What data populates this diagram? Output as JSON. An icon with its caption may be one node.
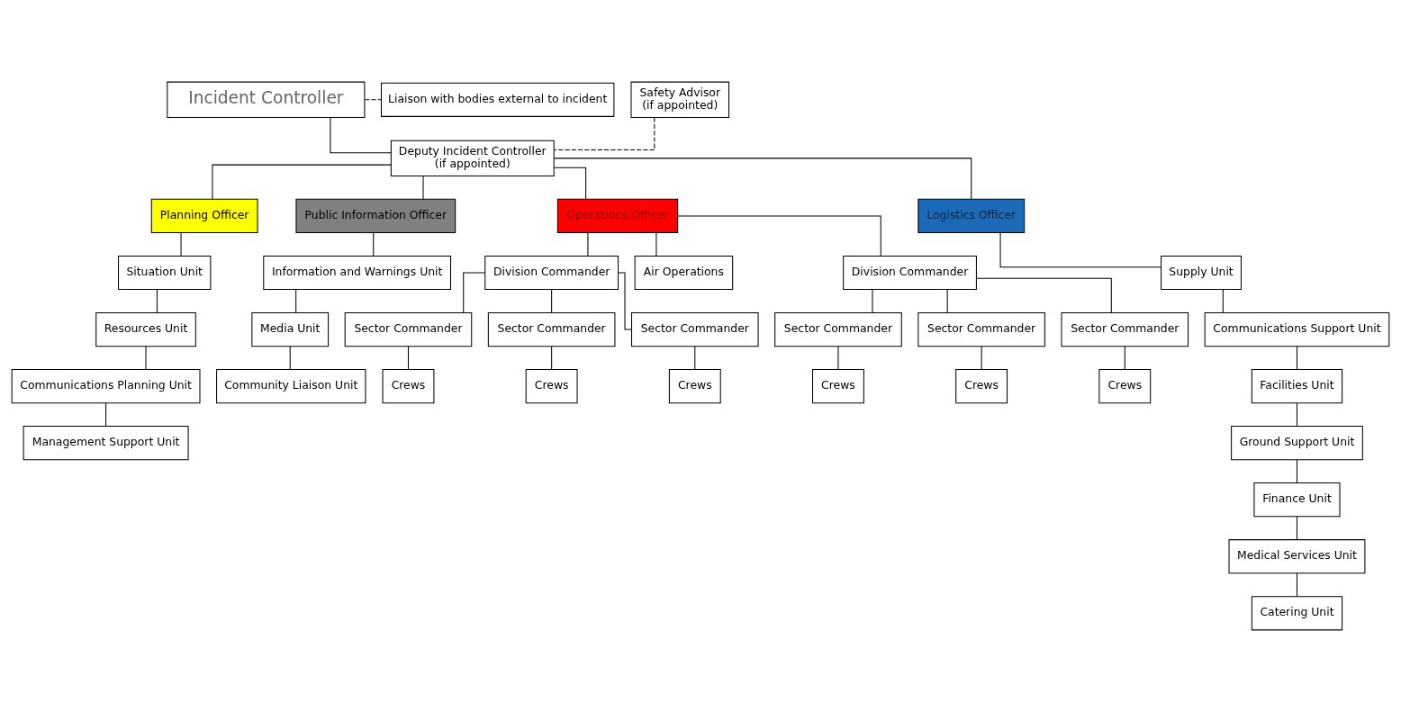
{
  "diagram": {
    "nodes": [
      {
        "text": [
          "Incident Controller"
        ]
      },
      {
        "text": [
          "Liaison with bodies external to incident"
        ]
      },
      {
        "text": [
          "Deputy Incident Controller",
          "(if appointed)"
        ]
      },
      {
        "text": [
          "Safety Advisor",
          "(if appointed)"
        ]
      },
      {
        "text": [
          "Planning Officer"
        ]
      },
      {
        "text": [
          "Public Information Officer"
        ]
      },
      {
        "text": [
          "Operations Officer"
        ]
      },
      {
        "text": [
          "Logistics Officer"
        ]
      },
      {
        "text": [
          "Situation Unit"
        ]
      },
      {
        "text": [
          "Resources Unit"
        ]
      },
      {
        "text": [
          "Communications Planning Unit"
        ]
      },
      {
        "text": [
          "Management Support Unit"
        ]
      },
      {
        "text": [
          "Information and Warnings Unit"
        ]
      },
      {
        "text": [
          "Media Unit"
        ]
      },
      {
        "text": [
          "Community Liaison Unit"
        ]
      },
      {
        "text": [
          "Division Commander"
        ]
      },
      {
        "text": [
          "Air Operations"
        ]
      },
      {
        "text": [
          "Division Commander"
        ]
      },
      {
        "text": [
          "Sector Commander"
        ]
      },
      {
        "text": [
          "Sector Commander"
        ]
      },
      {
        "text": [
          "Sector Commander"
        ]
      },
      {
        "text": [
          "Sector Commander"
        ]
      },
      {
        "text": [
          "Sector Commander"
        ]
      },
      {
        "text": [
          "Sector Commander"
        ]
      },
      {
        "text": [
          "Crews"
        ]
      },
      {
        "text": [
          "Crews"
        ]
      },
      {
        "text": [
          "Crews"
        ]
      },
      {
        "text": [
          "Crews"
        ]
      },
      {
        "text": [
          "Crews"
        ]
      },
      {
        "text": [
          "Crews"
        ]
      },
      {
        "text": [
          "Supply Unit"
        ]
      },
      {
        "text": [
          "Communications Support Unit"
        ]
      },
      {
        "text": [
          "Facilities Unit"
        ]
      },
      {
        "text": [
          "Ground Support Unit"
        ]
      },
      {
        "text": [
          "Finance Unit"
        ]
      },
      {
        "text": [
          "Medical Services Unit"
        ]
      },
      {
        "text": [
          "Catering Unit"
        ]
      }
    ],
    "edges": [
      {
        "from": 0,
        "to": 1,
        "arrow": "none",
        "style": "dashed"
      },
      {
        "from": 0,
        "to": 2,
        "arrow": "none"
      },
      {
        "from": 3,
        "to": 2,
        "arrow": "none",
        "style": "dashed"
      },
      {
        "from": 2,
        "to": 4,
        "arrow": "none"
      },
      {
        "from": 2,
        "to": 5,
        "arrow": "none"
      },
      {
        "from": 2,
        "to": 6,
        "arrow": "none"
      },
      {
        "from": 2,
        "to": 7,
        "arrow": "none"
      },
      {
        "from": 4,
        "to": 8,
        "arrow": "none"
      },
      {
        "from": 8,
        "to": 9,
        "arrow": "none"
      },
      {
        "from": 9,
        "to": 10,
        "arrow": "none"
      },
      {
        "from": 10,
        "to": 11,
        "arrow": "none"
      },
      {
        "from": 5,
        "to": 12,
        "arrow": "none"
      },
      {
        "from": 12,
        "to": 13,
        "arrow": "none"
      },
      {
        "from": 13,
        "to": 14,
        "arrow": "none"
      },
      {
        "from": 6,
        "to": 15,
        "arrow": "none"
      },
      {
        "from": 6,
        "to": 16,
        "arrow": "none"
      },
      {
        "from": 6,
        "to": 17,
        "arrow": "none"
      },
      {
        "from": 15,
        "to": 18,
        "arrow": "none"
      },
      {
        "from": 15,
        "to": 19,
        "arrow": "none"
      },
      {
        "from": 15,
        "to": 20,
        "arrow": "none"
      },
      {
        "from": 17,
        "to": 21,
        "arrow": "none"
      },
      {
        "from": 17,
        "to": 22,
        "arrow": "none"
      },
      {
        "from": 17,
        "to": 23,
        "arrow": "none"
      },
      {
        "from": 18,
        "to": 24,
        "arrow": "none"
      },
      {
        "from": 19,
        "to": 25,
        "arrow": "none"
      },
      {
        "from": 20,
        "to": 26,
        "arrow": "none"
      },
      {
        "from": 21,
        "to": 27,
        "arrow": "none"
      },
      {
        "from": 22,
        "to": 28,
        "arrow": "none"
      },
      {
        "from": 23,
        "to": 29,
        "arrow": "none"
      },
      {
        "from": 7,
        "to": 30,
        "arrow": "none"
      },
      {
        "from": 30,
        "to": 31,
        "arrow": "none"
      },
      {
        "from": 31,
        "to": 32,
        "arrow": "none"
      },
      {
        "from": 32,
        "to": 33,
        "arrow": "none"
      },
      {
        "from": 33,
        "to": 34,
        "arrow": "none"
      },
      {
        "from": 34,
        "to": 35,
        "arrow": "none"
      },
      {
        "from": 35,
        "to": 36,
        "arrow": "none"
      }
    ]
  }
}
